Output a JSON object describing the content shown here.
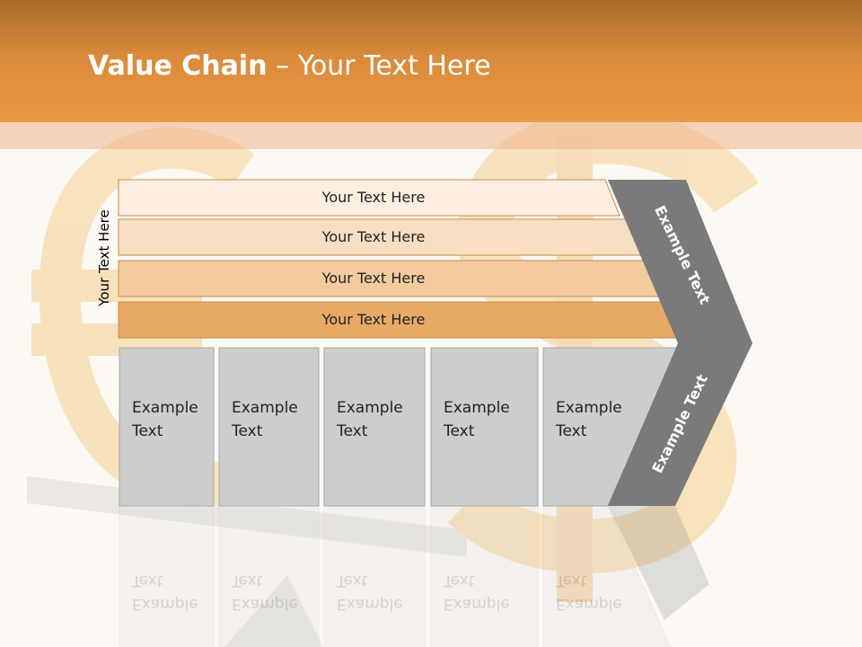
{
  "slide": {
    "title_bold": "Value Chain",
    "title_rest": " – Your Text Here",
    "side_label": "Your Text Here"
  },
  "rows": [
    {
      "label": "Your Text Here",
      "color": "#fcefe2"
    },
    {
      "label": "Your Text Here",
      "color": "#f8dfc4"
    },
    {
      "label": "Your Text Here",
      "color": "#f3cb9e"
    },
    {
      "label": "Your Text Here",
      "color": "#e8a967"
    }
  ],
  "columns": [
    {
      "line1": "Example",
      "line2": "Text"
    },
    {
      "line1": "Example",
      "line2": "Text"
    },
    {
      "line1": "Example",
      "line2": "Text"
    },
    {
      "line1": "Example",
      "line2": "Text"
    },
    {
      "line1": "Example",
      "line2": "Text"
    }
  ],
  "chevron": {
    "upper_label": "Example Text",
    "lower_label": "Example Text",
    "color": "#7a7a7a"
  },
  "colors": {
    "header": "#e0913f",
    "column_fill": "#cdcdcd",
    "column_stroke": "#a8a8a8",
    "row_stroke": "#c98a48"
  }
}
